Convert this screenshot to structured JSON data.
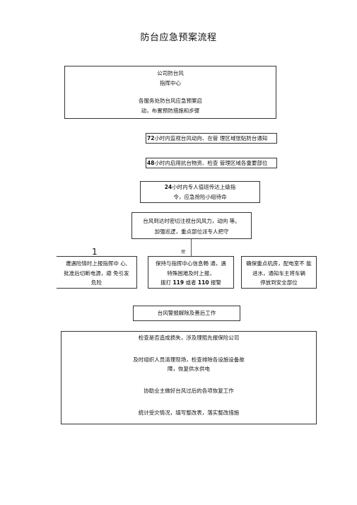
{
  "title": "防台应急预案流程",
  "box1": {
    "line1": "公司防台风",
    "line2": "指挥中心",
    "line3": "各服务处防台风应急预案启",
    "line4": "动，布置预防措施和步骤"
  },
  "box2": {
    "num": "72",
    "text": "小时内监视台风动向、在管 理区域张贴防台通知"
  },
  "box3": {
    "num": "48",
    "text": "小时内启用抗台物资、检查 管理区域各重要部位"
  },
  "box4": {
    "num": "24",
    "line1_text": "小时内专人值班传达上级指",
    "line2": "令，应急抢险小组待命"
  },
  "box5": {
    "line1": "台风到达时密切注视台风风力，动向 等。",
    "line2": "加强巡逻，重点部位派专人把守"
  },
  "mark_left": "1",
  "mark_center": "理",
  "box6": {
    "line1": "遭遇险情时上报指挥中 心,",
    "line2": "批准后切断电源，避 免引发",
    "line3": "危险"
  },
  "box7": {
    "line1": "保持与指挥中心信息畅 通，遇",
    "line2": "特殊困难及时上报，",
    "line3_a": "拨打 ",
    "num1": "119",
    "line3_b": " 或者 ",
    "num2": "110",
    "line3_c": " 报警"
  },
  "box8": {
    "line1": "确保重点机房，配电室不 能",
    "line2": "进水，通知车主将车辆",
    "line3": "停放到安全部位"
  },
  "box9": "台风警报解除及善后工作",
  "box10": {
    "line1": "检查是否造成损失，涉及理赔先报保险公司",
    "line2": "及时组织人员清理现场，检查排除各设施设备故",
    "line3": "障，恢复供水供电",
    "line4": "协助业主做好台风过后的各项恢复工作",
    "line5": "统计受灾情况，填写整改表，落实整改措施"
  }
}
